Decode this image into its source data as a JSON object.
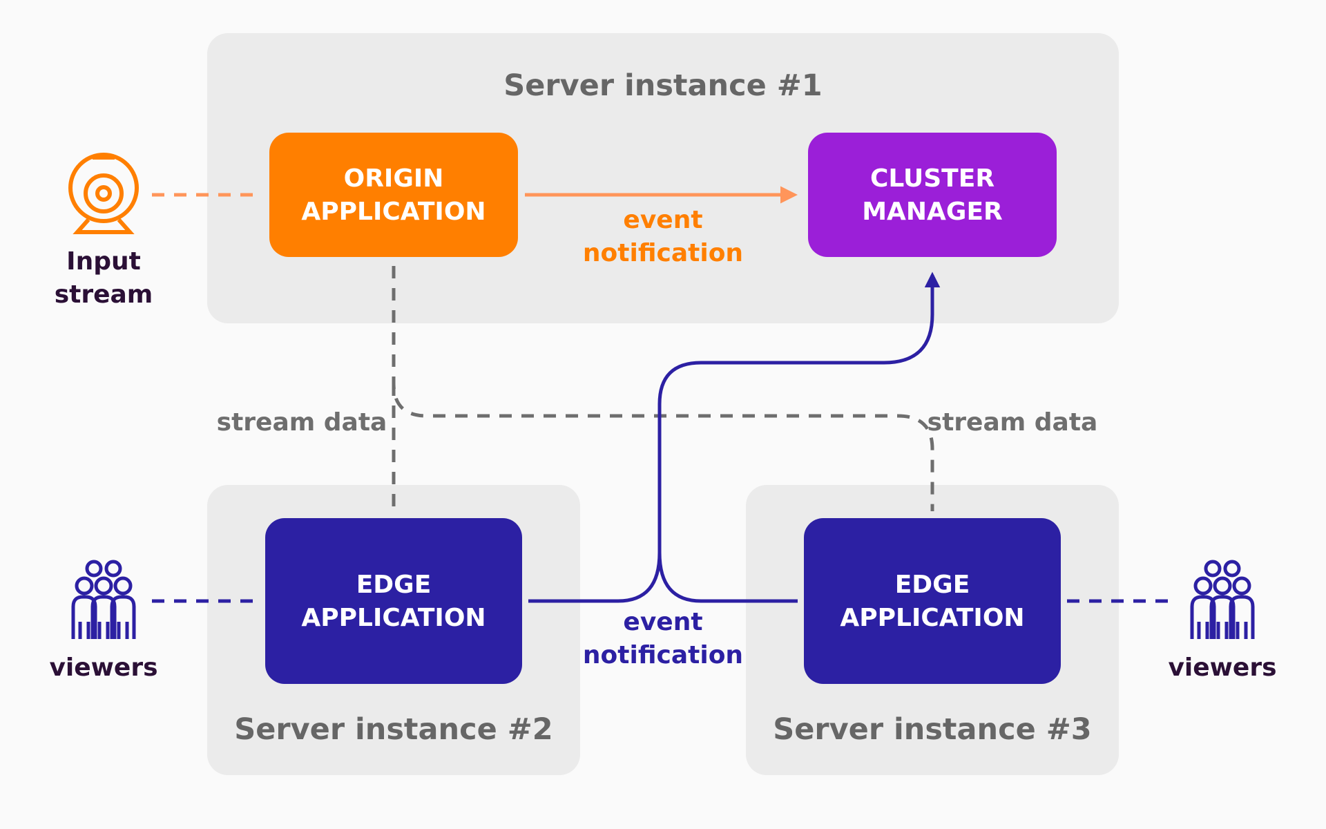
{
  "server_instances": {
    "one": "Server instance #1",
    "two": "Server instance #2",
    "three": "Server instance #3"
  },
  "nodes": {
    "origin": {
      "line1": "ORIGIN",
      "line2": "APPLICATION"
    },
    "cluster": {
      "line1": "CLUSTER",
      "line2": "MANAGER"
    },
    "edge_left": {
      "line1": "EDGE",
      "line2": "APPLICATION"
    },
    "edge_right": {
      "line1": "EDGE",
      "line2": "APPLICATION"
    }
  },
  "edge_labels": {
    "event_top": {
      "line1": "event",
      "line2": "notification"
    },
    "event_bottom": {
      "line1": "event",
      "line2": "notification"
    },
    "stream_data_left": "stream data",
    "stream_data_right": "stream data"
  },
  "side_labels": {
    "input": {
      "line1": "Input",
      "line2": "stream"
    },
    "viewers_left": "viewers",
    "viewers_right": "viewers"
  },
  "icons": {
    "input": "webcam-icon",
    "viewers": "group-of-people-icon"
  },
  "colors": {
    "panel": "#ebebeb",
    "origin": "#ff7f00",
    "cluster": "#9b1fd8",
    "edge": "#2c20a3",
    "orange_arrow": "#ff955a",
    "orange_text": "#ff7f00",
    "blue_line": "#2c20a3",
    "gray_dash": "#6e6e6e",
    "panel_text": "#666666",
    "dark_text": "#2b1036"
  }
}
